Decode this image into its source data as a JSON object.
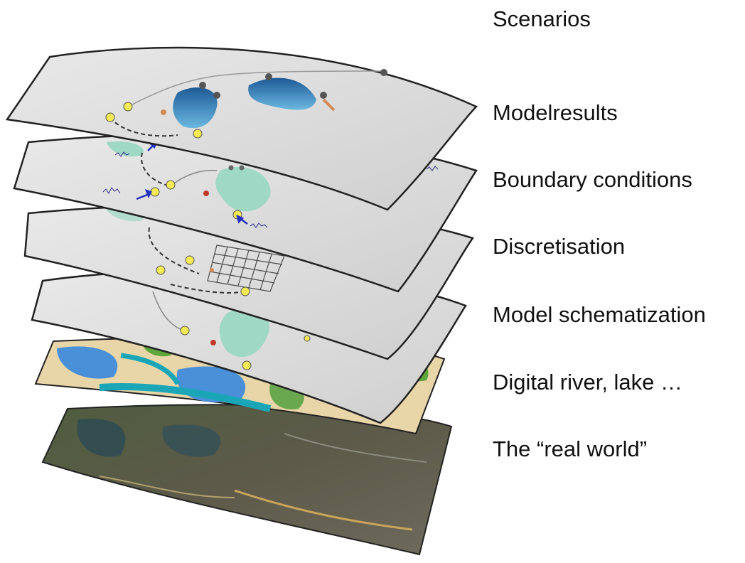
{
  "labels": {
    "scenarios": "Scenarios",
    "modelresults": "Modelresults",
    "boundary_conditions": "Boundary conditions",
    "discretisation": "Discretisation",
    "model_schematization": "Model schematization",
    "digital_river_lake": "Digital river, lake …",
    "real_world": "The “real world”"
  },
  "colors": {
    "sheet": "#dedede",
    "sheet_edge": "#2e2e2e",
    "lake_teal": "#9fd8c4",
    "lake_blue": "#2f6ea8",
    "node_yellow": "#f3ea55",
    "arrow_blue": "#2030c0",
    "map_blue": "#4a90d9",
    "map_beige": "#ead9b0",
    "map_green": "#5fa63c",
    "satellite_dark": "#3c4a35"
  }
}
